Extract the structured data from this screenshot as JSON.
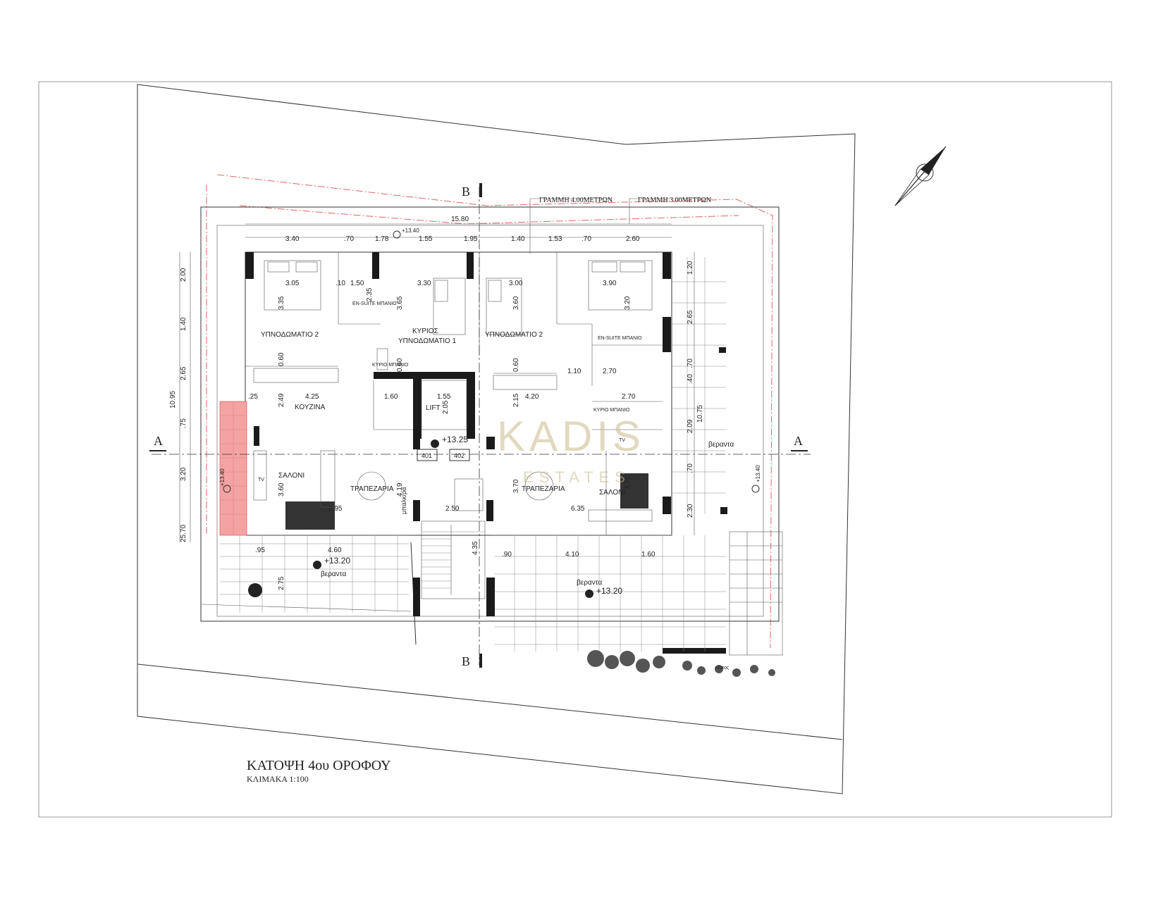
{
  "drawing": {
    "title": "ΚΑΤΟΨΗ 4ου ΟΡΟΦΟΥ",
    "scale": "ΚΛΙΜΑΚΑ 1:100"
  },
  "watermark": {
    "brand": "KADIS",
    "sub": "ESTATES",
    "color": "#c8b98a"
  },
  "building_lines": {
    "line_4m": "ΓΡΑΜΜΗ 4.00ΜΕΤΡΩΝ",
    "line_3m": "ΓΡΑΜΜΗ 3.00ΜΕΤΡΩΝ"
  },
  "sections": {
    "a": "A",
    "b": "B"
  },
  "levels": {
    "top": "+13.40",
    "right": "+13.40",
    "left": "+13.40",
    "hall": "+13.25",
    "veranda_left": "+13.20",
    "veranda_right": "+13.20"
  },
  "flats": {
    "left_no": "401",
    "right_no": "402"
  },
  "rooms": {
    "bed2_left": "ΥΠΝΟΔΩΜΑΤΙΟ 2",
    "ensuite_left": "EN-SUITE ΜΠΑΝΙΟ",
    "master_left_1": "ΚΥΡΙΟΣ",
    "master_left_2": "ΥΠΝΟΔΩΜΑΤΙΟ 1",
    "bed2_right": "ΥΠΝΟΔΩΜΑΤΙΟ 2",
    "ensuite_right": "EN-SUITE ΜΠΑΝΙΟ",
    "kitchen_left": "ΚΟΥΖΙΝΑ",
    "main_bath_left": "ΚΥΡΙΟ ΜΠΑΝΙΟ",
    "lift": "LIFT",
    "main_bath_right": "ΚΥΡΙΟ ΜΠΑΝΙΟ",
    "saloni_left": "ΣΑΛΟΝΙ",
    "dining_left": "ΤΡΑΠΕΖΑΡΙΑ",
    "dining_right": "ΤΡΑΠΕΖΑΡΙΑ",
    "saloni_right": "ΣΑΛΟΝΙ",
    "veranda_left": "βεραντα",
    "veranda_right": "βεραντα",
    "veranda_east": "βεραντα",
    "storage": "μπαλκ/ρα",
    "tv_left": "TV",
    "tv_right": "TV",
    "garden": "κήπος"
  },
  "dimensions": {
    "overall_width": "15.80",
    "top_chain": [
      "3.40",
      ".70",
      "1.78",
      "1.55",
      "1.95",
      "1.40",
      "1.53",
      ".70",
      "2.60"
    ],
    "left_chain": [
      "2.00",
      "1.40",
      "2.65",
      ".75",
      "3.20",
      "25.70"
    ],
    "overall_height": "10.95",
    "inner": {
      "d305": "3.05",
      "d150": "1.50",
      "d330": "3.30",
      "d300": "3.00",
      "d390": "3.90",
      "d335": "3.35",
      "d365": "3.65",
      "d360": "3.60",
      "d320": "3.20",
      "d235": "2.35",
      "d425": "4.25",
      "d160": "1.60",
      "d155": "1.55",
      "d420": "4.20",
      "d270a": "2.70",
      "d270b": "2.70",
      "d110": "1.10",
      "d249": "2.49",
      "d215": "2.15",
      "d205": "2.05",
      "d360b": "3.60",
      "d419": "4.19",
      "d370a": "3.70",
      "d370b": "3.70",
      "d250": "2.50",
      "d635": "6.35",
      "d295": "2.95",
      "d460": "4.60",
      "d095": ".95",
      "d275": "2.75",
      "d435": "4.35",
      "d090": ".90",
      "d410": "4.10",
      "d160b": "1.60",
      "r120": "1.20",
      "r265": "2.65",
      "r070": ".70",
      "r040": ".40",
      "r1075": "10.75",
      "r209": "2.09",
      "r070b": ".70",
      "r230": "2.30",
      "d060a": "0.60",
      "d060b": "0.60",
      "d060c": "0.60",
      "d025": ".25",
      "d010": ".10"
    }
  }
}
